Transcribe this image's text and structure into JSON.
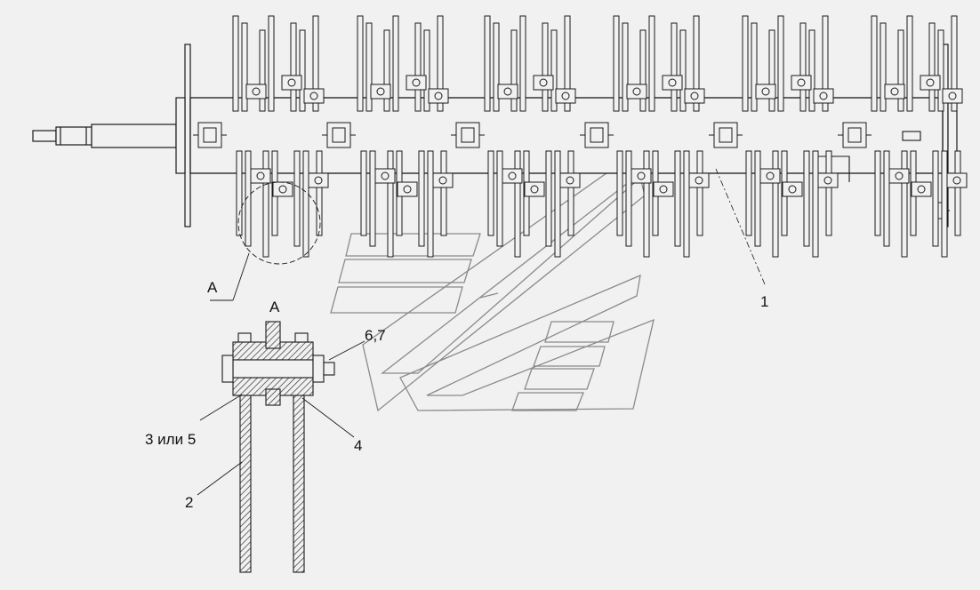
{
  "labels": {
    "view_marker": "А",
    "section_title": "А",
    "part_1": "1",
    "part_2": "2",
    "part_3_or_5": "3 или 5",
    "part_4": "4",
    "part_6_7": "6,7"
  },
  "colors": {
    "background": "#f1f1f1",
    "line": "#1a1a1a",
    "hatch": "#333333",
    "watermark": "#8a8a8a"
  }
}
